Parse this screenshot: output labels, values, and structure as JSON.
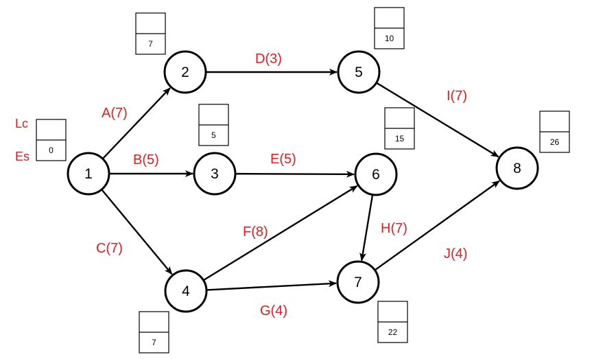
{
  "colors": {
    "label": "#e8191c",
    "stroke": "#000000"
  },
  "legend": {
    "lc": "Lc",
    "es": "Es"
  },
  "nodes": [
    {
      "id": "1",
      "label": "1"
    },
    {
      "id": "2",
      "label": "2"
    },
    {
      "id": "3",
      "label": "3"
    },
    {
      "id": "4",
      "label": "4"
    },
    {
      "id": "5",
      "label": "5"
    },
    {
      "id": "6",
      "label": "6"
    },
    {
      "id": "7",
      "label": "7"
    },
    {
      "id": "8",
      "label": "8"
    }
  ],
  "edges": [
    {
      "from": "1",
      "to": "2",
      "label": "A(7)"
    },
    {
      "from": "1",
      "to": "3",
      "label": "B(5)"
    },
    {
      "from": "1",
      "to": "4",
      "label": "C(7)"
    },
    {
      "from": "2",
      "to": "5",
      "label": "D(3)"
    },
    {
      "from": "3",
      "to": "6",
      "label": "E(5)"
    },
    {
      "from": "4",
      "to": "6",
      "label": "F(8)"
    },
    {
      "from": "4",
      "to": "7",
      "label": "G(4)"
    },
    {
      "from": "6",
      "to": "7",
      "label": "H(7)"
    },
    {
      "from": "5",
      "to": "8",
      "label": "I(7)"
    },
    {
      "from": "7",
      "to": "8",
      "label": "J(4)"
    }
  ],
  "boxes": [
    {
      "node": "1",
      "lc": "",
      "es": "0"
    },
    {
      "node": "2",
      "lc": "",
      "es": "7"
    },
    {
      "node": "3",
      "lc": "",
      "es": "5"
    },
    {
      "node": "4",
      "lc": "",
      "es": "7"
    },
    {
      "node": "5",
      "lc": "",
      "es": "10"
    },
    {
      "node": "6",
      "lc": "",
      "es": "15"
    },
    {
      "node": "7",
      "lc": "",
      "es": "22"
    },
    {
      "node": "8",
      "lc": "",
      "es": "26"
    }
  ]
}
